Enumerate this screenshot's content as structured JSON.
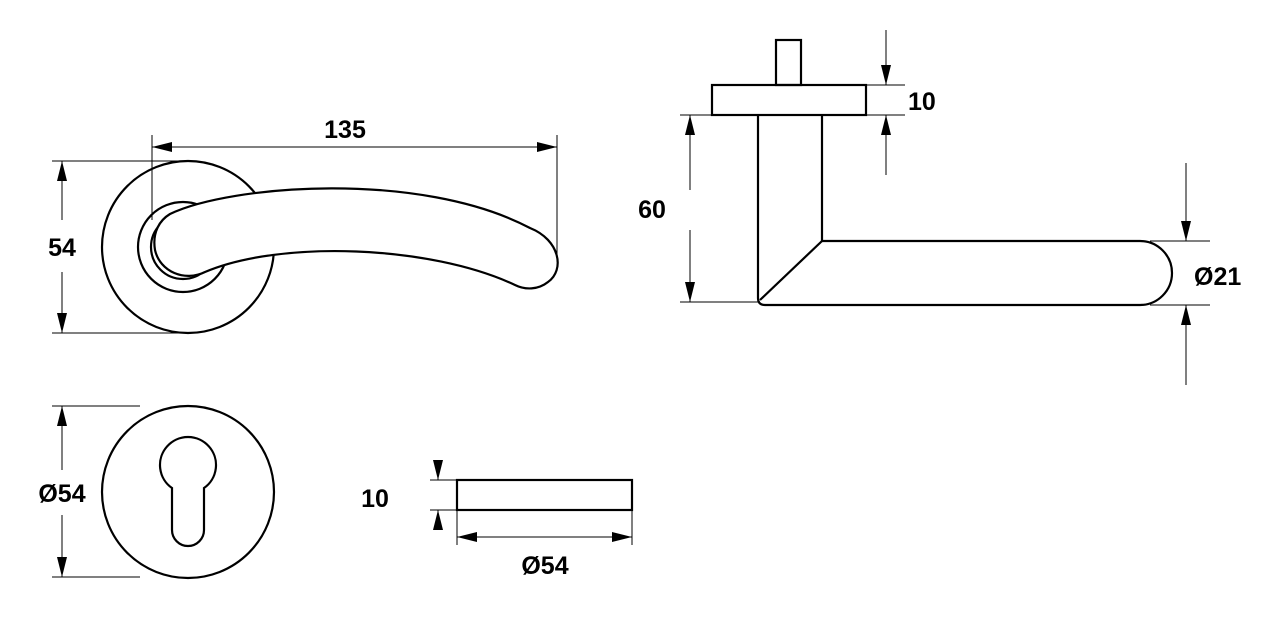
{
  "drawing": {
    "lever_front": {
      "width_label": "135",
      "height_label": "54"
    },
    "lever_side": {
      "rose_thickness_label": "10",
      "projection_label": "60",
      "grip_diameter_label": "Ø21"
    },
    "escutcheon_front": {
      "diameter_label": "Ø54"
    },
    "escutcheon_side": {
      "thickness_label": "10",
      "diameter_label": "Ø54"
    }
  }
}
